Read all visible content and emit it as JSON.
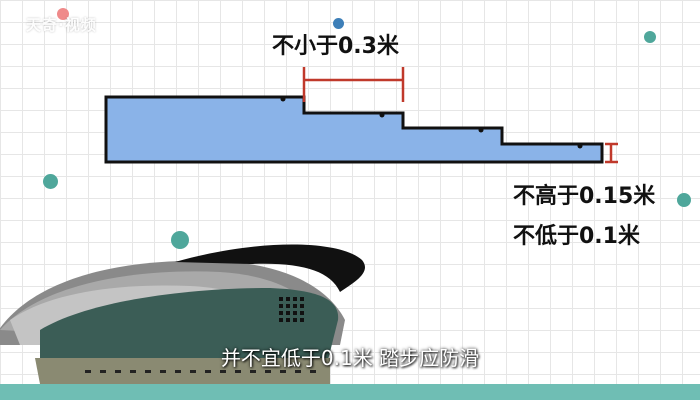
{
  "watermark": "天奇·视频",
  "diagram": {
    "top_label": "不小于0.3米",
    "right_label_line1": "不高于0.15米",
    "right_label_line2": "不低于0.1米"
  },
  "subtitle": "并不宜低于0.1米 踏步应防滑",
  "colors": {
    "stairs_fill": "#8ab3e8",
    "measure_red": "#c0392b",
    "teal_dot": "#4fa79b",
    "pink_dot": "#ef8a8a",
    "blue_dot": "#3d7fb8",
    "bottom_bar": "#6fbeb4"
  }
}
